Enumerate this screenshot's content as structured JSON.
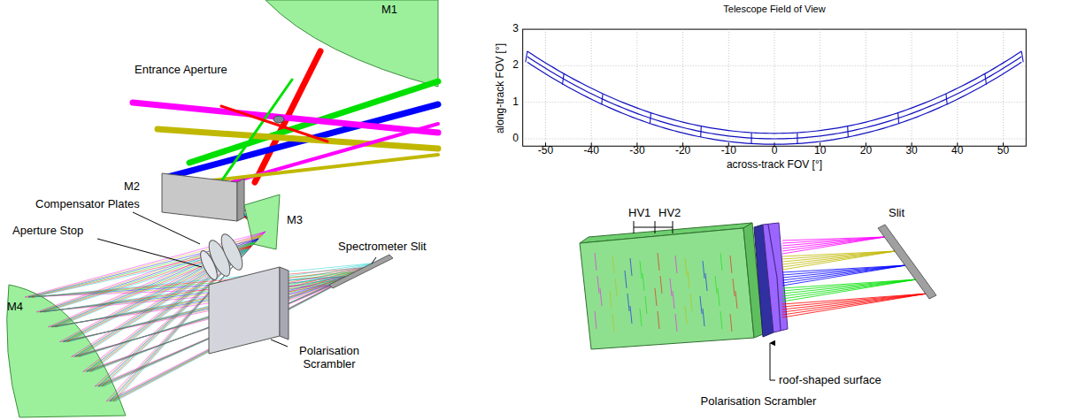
{
  "diagram": {
    "labels": [
      "M1",
      "Entrance Aperture",
      "M2",
      "Compensator Plates",
      "Aperture Stop",
      "M3",
      "Spectrometer Slit",
      "M4",
      "Polarisation Scrambler",
      "Telescope Field of View",
      "along-track FOV [°]",
      "across-track FOV [°]",
      "3",
      "2",
      "1",
      "0",
      "-50",
      "-40",
      "-30",
      "-20",
      "-10",
      "0",
      "10",
      "20",
      "30",
      "40",
      "50",
      "HV1",
      "HV2",
      "Slit",
      "roof-shaped surface",
      "Polarisation Scrambler"
    ]
  }
}
